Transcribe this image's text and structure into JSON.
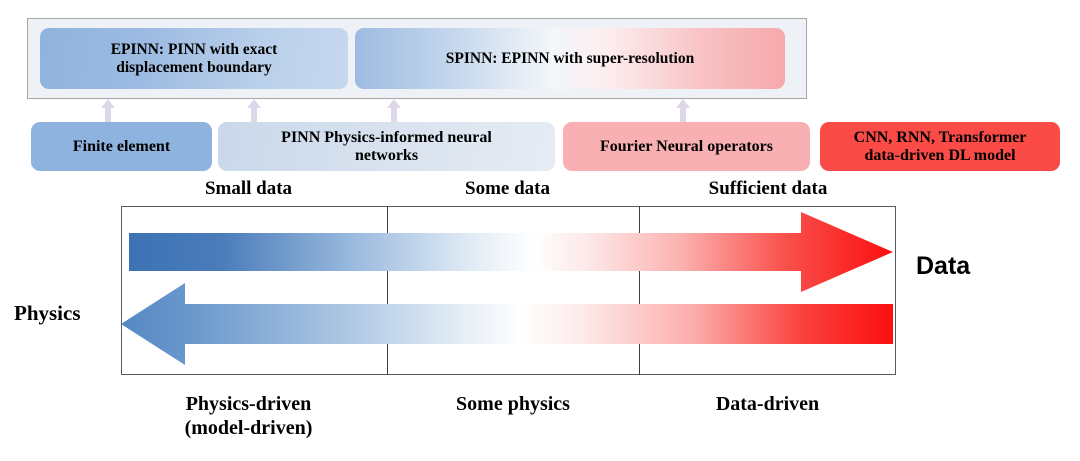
{
  "figure": {
    "title": "Physics-data spectrum of scientific machine learning models",
    "type": "diagram"
  },
  "top_container": {
    "name": "proposed-models-container",
    "pills": [
      {
        "id": "epinn",
        "label": "EPINN: PINN with exact displacement boundary",
        "lines": [
          "EPINN: PINN with exact",
          "displacement boundary"
        ],
        "fill_start": "#8fb3dd",
        "fill_end": "#c6d8ee"
      },
      {
        "id": "spinn",
        "label": "SPINN: EPINN with super-resolution",
        "lines": [
          "SPINN: EPINN with super-resolution"
        ],
        "fill_start": "#9dbbe2",
        "fill_end": "#f7a9ac"
      }
    ]
  },
  "method_pills": [
    {
      "id": "finite-element",
      "label": "Finite element",
      "lines": [
        "Finite element"
      ],
      "color": "#8eb3de"
    },
    {
      "id": "pinn",
      "label": "PINN Physics-informed neural networks",
      "lines": [
        "PINN Physics-informed neural",
        "networks"
      ],
      "color": "#d7e1ee"
    },
    {
      "id": "fourier-neural-operators",
      "label": "Fourier Neural operators",
      "lines": [
        "Fourier Neural operators"
      ],
      "color": "#f9b0b2"
    },
    {
      "id": "cnn-rnn-transformer",
      "label": "CNN, RNN, Transformer data-driven DL model",
      "lines": [
        "CNN, RNN, Transformer",
        "data-driven DL model"
      ],
      "color": "#fa4b46"
    }
  ],
  "connectors": {
    "icon": "up-arrow-icon",
    "color": "#ded7ea",
    "count": 4
  },
  "data_axis_labels": [
    {
      "id": "small-data",
      "label": "Small data"
    },
    {
      "id": "some-data",
      "label": "Some data"
    },
    {
      "id": "sufficient-data",
      "label": "Sufficient data"
    }
  ],
  "physics_axis_labels": [
    {
      "id": "physics-driven",
      "label": "Physics-driven (model-driven)",
      "lines": [
        "Physics-driven",
        "(model-driven)"
      ]
    },
    {
      "id": "some-physics",
      "label": "Some physics",
      "lines": [
        "Some physics"
      ]
    },
    {
      "id": "data-driven",
      "label": "Data-driven",
      "lines": [
        "Data-driven"
      ]
    }
  ],
  "side_labels": {
    "right": "Data",
    "left": "Physics"
  },
  "arrows": [
    {
      "id": "data-arrow",
      "direction": "right",
      "meaning": "increasing data",
      "gradient_from": "#3d72b4",
      "gradient_mid": "#ffffff",
      "gradient_to": "#fa0f0f"
    },
    {
      "id": "physics-arrow",
      "direction": "left",
      "meaning": "increasing physics",
      "gradient_from": "#fa0f0f",
      "gradient_mid": "#ffffff",
      "gradient_to": "#5588c4"
    }
  ],
  "colors": {
    "blue_deep": "#3d72b4",
    "blue_light": "#8eb3de",
    "red_deep": "#fa0f0f",
    "red_light": "#f9b0b2",
    "frame": "#5a5a5a",
    "container_bg": "#eef1f6",
    "connector": "#ded7ea"
  }
}
